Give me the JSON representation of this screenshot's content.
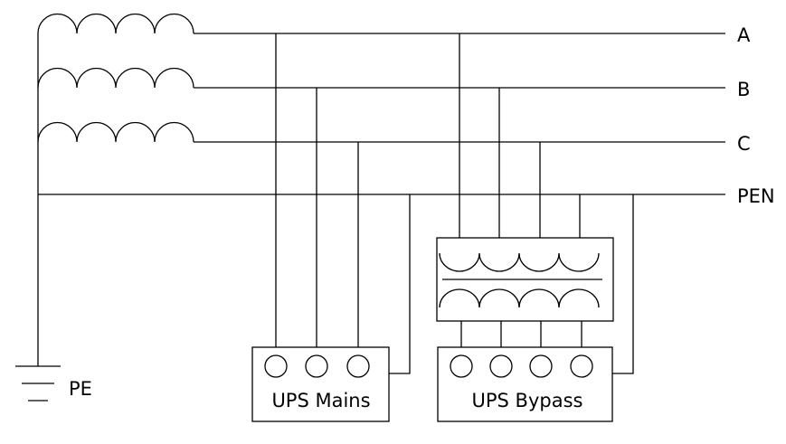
{
  "diagram": {
    "line_color": "#000000",
    "background": "#ffffff",
    "buses": {
      "a": "A",
      "b": "B",
      "c": "C",
      "pen": "PEN"
    },
    "ground_label": "PE",
    "ups_mains": {
      "label": "UPS Mains",
      "terminal_count": 3
    },
    "ups_bypass": {
      "label": "UPS Bypass",
      "terminal_count": 4
    },
    "transformer": {
      "primary_windings": 4,
      "secondary_windings": 4
    },
    "source": {
      "windings_per_phase": 4,
      "phases": 3
    }
  }
}
